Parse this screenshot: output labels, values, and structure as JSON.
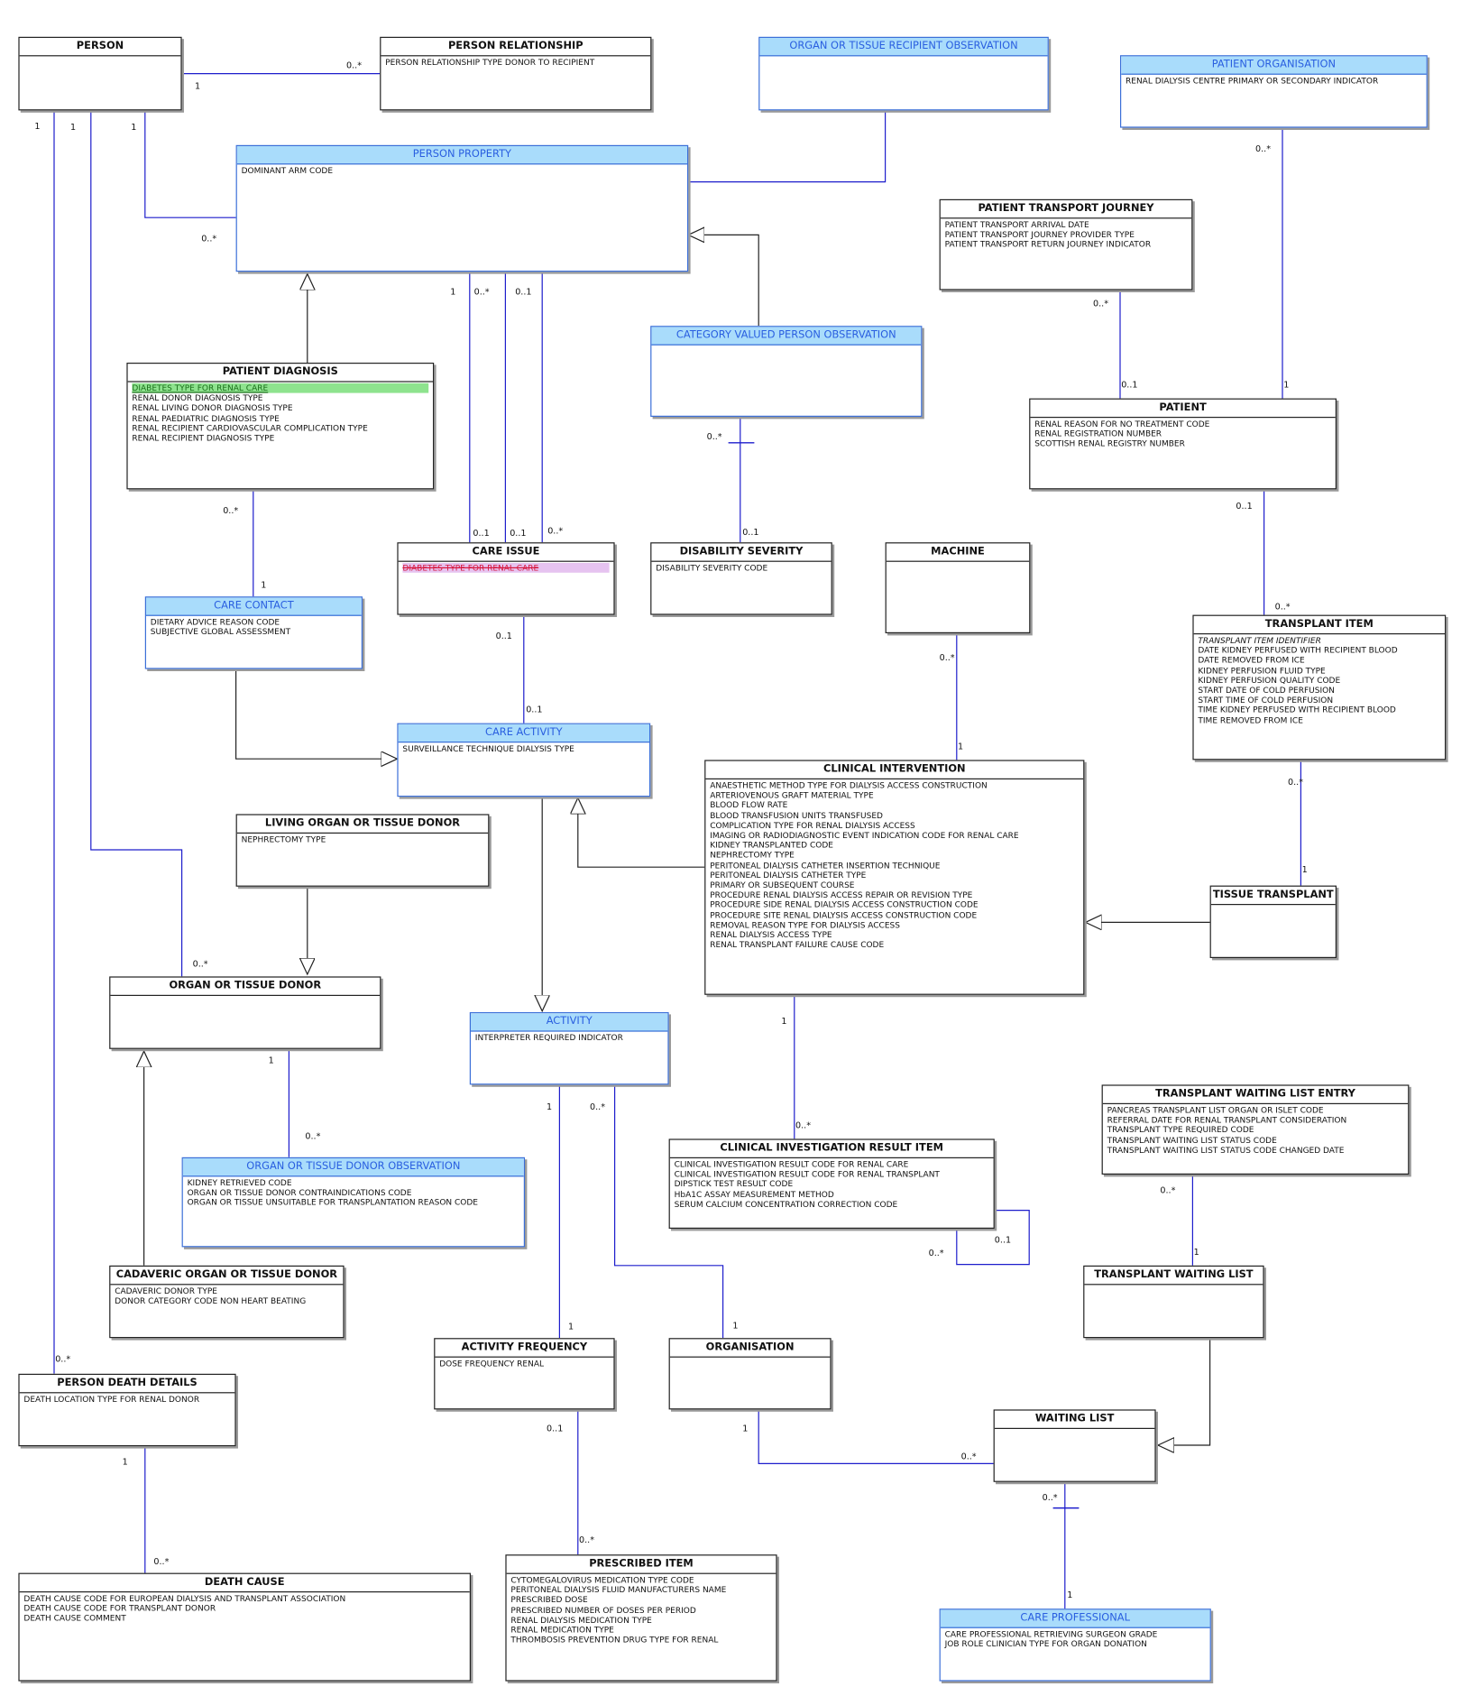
{
  "classes": {
    "person": {
      "name": "PERSON",
      "attrs": []
    },
    "person_relationship": {
      "name": "PERSON RELATIONSHIP",
      "attrs": [
        "PERSON RELATIONSHIP TYPE DONOR TO RECIPIENT"
      ]
    },
    "organ_recipient_obs": {
      "name": "ORGAN OR TISSUE RECIPIENT OBSERVATION",
      "attrs": []
    },
    "patient_organisation": {
      "name": "PATIENT ORGANISATION",
      "attrs": [
        "RENAL DIALYSIS CENTRE PRIMARY OR SECONDARY INDICATOR"
      ]
    },
    "person_property": {
      "name": "PERSON PROPERTY",
      "attrs": [
        "DOMINANT ARM CODE"
      ]
    },
    "patient_transport": {
      "name": "PATIENT TRANSPORT JOURNEY",
      "attrs": [
        "PATIENT TRANSPORT ARRIVAL DATE",
        "PATIENT TRANSPORT JOURNEY PROVIDER TYPE",
        "PATIENT TRANSPORT RETURN JOURNEY INDICATOR"
      ]
    },
    "category_obs": {
      "name": "CATEGORY VALUED PERSON OBSERVATION",
      "attrs": []
    },
    "patient_diagnosis": {
      "name": "PATIENT DIAGNOSIS",
      "attrs": [
        "DIABETES TYPE FOR RENAL CARE",
        "RENAL DONOR DIAGNOSIS TYPE",
        "RENAL LIVING DONOR DIAGNOSIS TYPE",
        "RENAL PAEDIATRIC DIAGNOSIS TYPE",
        "RENAL RECIPIENT CARDIOVASCULAR COMPLICATION TYPE",
        "RENAL RECIPIENT DIAGNOSIS TYPE"
      ]
    },
    "patient": {
      "name": "PATIENT",
      "attrs": [
        "RENAL REASON FOR NO TREATMENT CODE",
        "RENAL REGISTRATION NUMBER",
        "SCOTTISH RENAL REGISTRY NUMBER"
      ]
    },
    "care_issue": {
      "name": "CARE ISSUE",
      "attrs": [
        "DIABETES TYPE FOR RENAL CARE"
      ]
    },
    "disability": {
      "name": "DISABILITY SEVERITY",
      "attrs": [
        "DISABILITY SEVERITY CODE"
      ]
    },
    "machine": {
      "name": "MACHINE",
      "attrs": []
    },
    "care_contact": {
      "name": "CARE CONTACT",
      "attrs": [
        "DIETARY ADVICE REASON CODE",
        "SUBJECTIVE GLOBAL ASSESSMENT"
      ]
    },
    "transplant_item": {
      "name": "TRANSPLANT ITEM",
      "attrs": [
        "TRANSPLANT ITEM IDENTIFIER",
        "DATE KIDNEY PERFUSED WITH RECIPIENT BLOOD",
        "DATE REMOVED FROM ICE",
        "KIDNEY PERFUSION FLUID TYPE",
        "KIDNEY PERFUSION QUALITY CODE",
        "START DATE OF COLD PERFUSION",
        "START TIME OF COLD PERFUSION",
        "TIME KIDNEY PERFUSED WITH RECIPIENT BLOOD",
        "TIME REMOVED FROM ICE"
      ]
    },
    "care_activity": {
      "name": "CARE ACTIVITY",
      "attrs": [
        "SURVEILLANCE TECHNIQUE DIALYSIS TYPE"
      ]
    },
    "clinical_intervention": {
      "name": "CLINICAL INTERVENTION",
      "attrs": [
        "ANAESTHETIC METHOD TYPE FOR DIALYSIS ACCESS CONSTRUCTION",
        "ARTERIOVENOUS GRAFT MATERIAL TYPE",
        "BLOOD FLOW RATE",
        "BLOOD TRANSFUSION UNITS TRANSFUSED",
        "COMPLICATION TYPE FOR RENAL DIALYSIS ACCESS",
        "IMAGING OR RADIODIAGNOSTIC EVENT INDICATION CODE FOR RENAL CARE",
        "KIDNEY TRANSPLANTED CODE",
        "NEPHRECTOMY TYPE",
        "PERITONEAL DIALYSIS CATHETER INSERTION TECHNIQUE",
        "PERITONEAL DIALYSIS CATHETER TYPE",
        "PRIMARY OR SUBSEQUENT COURSE",
        "PROCEDURE RENAL DIALYSIS ACCESS REPAIR OR REVISION TYPE",
        "PROCEDURE SIDE RENAL DIALYSIS ACCESS CONSTRUCTION CODE",
        "PROCEDURE SITE RENAL DIALYSIS ACCESS CONSTRUCTION CODE",
        "REMOVAL REASON TYPE  FOR DIALYSIS ACCESS",
        "RENAL DIALYSIS ACCESS TYPE",
        "RENAL TRANSPLANT FAILURE CAUSE CODE"
      ]
    },
    "living_donor": {
      "name": "LIVING ORGAN OR TISSUE DONOR",
      "attrs": [
        "NEPHRECTOMY TYPE"
      ]
    },
    "tissue_transplant": {
      "name": "TISSUE TRANSPLANT",
      "attrs": []
    },
    "organ_donor": {
      "name": "ORGAN OR TISSUE DONOR",
      "attrs": []
    },
    "activity": {
      "name": "ACTIVITY",
      "attrs": [
        "INTERPRETER REQUIRED INDICATOR"
      ]
    },
    "waiting_list_entry": {
      "name": "TRANSPLANT WAITING LIST ENTRY",
      "attrs": [
        "PANCREAS TRANSPLANT LIST ORGAN OR ISLET CODE",
        "REFERRAL DATE FOR RENAL TRANSPLANT CONSIDERATION",
        "TRANSPLANT TYPE REQUIRED CODE",
        "TRANSPLANT WAITING LIST STATUS CODE",
        "TRANSPLANT WAITING LIST STATUS CODE CHANGED DATE"
      ]
    },
    "clinical_result": {
      "name": "CLINICAL INVESTIGATION RESULT ITEM",
      "attrs": [
        "CLINICAL INVESTIGATION RESULT CODE FOR RENAL CARE",
        "CLINICAL INVESTIGATION RESULT CODE FOR RENAL TRANSPLANT",
        "DIPSTICK TEST RESULT CODE",
        "HbA1C ASSAY MEASUREMENT METHOD",
        "SERUM CALCIUM CONCENTRATION CORRECTION CODE"
      ]
    },
    "donor_obs": {
      "name": "ORGAN OR TISSUE DONOR OBSERVATION",
      "attrs": [
        "KIDNEY RETRIEVED CODE",
        "ORGAN OR TISSUE DONOR CONTRAINDICATIONS CODE",
        "ORGAN OR TISSUE UNSUITABLE FOR TRANSPLANTATION REASON CODE"
      ]
    },
    "cadaveric": {
      "name": "CADAVERIC ORGAN OR TISSUE DONOR",
      "attrs": [
        "CADAVERIC DONOR TYPE",
        "DONOR CATEGORY CODE NON HEART BEATING"
      ]
    },
    "transplant_waiting_list": {
      "name": "TRANSPLANT WAITING LIST",
      "attrs": []
    },
    "activity_frequency": {
      "name": "ACTIVITY FREQUENCY",
      "attrs": [
        "DOSE FREQUENCY RENAL"
      ]
    },
    "organisation": {
      "name": "ORGANISATION",
      "attrs": []
    },
    "person_death": {
      "name": "PERSON DEATH DETAILS",
      "attrs": [
        "DEATH LOCATION TYPE FOR RENAL DONOR"
      ]
    },
    "waiting_list": {
      "name": "WAITING LIST",
      "attrs": []
    },
    "prescribed_item": {
      "name": "PRESCRIBED ITEM",
      "attrs": [
        "CYTOMEGALOVIRUS MEDICATION TYPE CODE",
        "PERITONEAL DIALYSIS FLUID MANUFACTURERS NAME",
        "PRESCRIBED DOSE",
        "PRESCRIBED NUMBER OF DOSES PER PERIOD",
        "RENAL DIALYSIS MEDICATION TYPE",
        "RENAL MEDICATION TYPE",
        "THROMBOSIS PREVENTION DRUG TYPE FOR RENAL"
      ]
    },
    "death_cause": {
      "name": "DEATH CAUSE",
      "attrs": [
        "DEATH CAUSE CODE FOR EUROPEAN DIALYSIS AND TRANSPLANT ASSOCIATION",
        "DEATH CAUSE CODE FOR TRANSPLANT DONOR",
        "DEATH CAUSE COMMENT"
      ]
    },
    "care_professional": {
      "name": "CARE PROFESSIONAL",
      "attrs": [
        "CARE PROFESSIONAL RETRIEVING SURGEON GRADE",
        "JOB ROLE CLINICIAN TYPE FOR ORGAN  DONATION"
      ]
    }
  },
  "multiplicities": [
    "1",
    "0..*",
    "1",
    "1",
    "1",
    "0..*",
    "0..*",
    "1",
    "0..*",
    "1",
    "0..1",
    "0..*",
    "0..1",
    "0..1",
    "0..1",
    "0..1",
    "0..*",
    "0..*",
    "1",
    "0..*",
    "0..1",
    "0..1",
    "0..*",
    "0..1",
    "0..*",
    "1",
    "0..*",
    "1",
    "0..*",
    "1",
    "0..*",
    "1",
    "0..*",
    "1",
    "0..*",
    "1",
    "1",
    "0..*",
    "0..*",
    "0..1",
    "0..*",
    "1",
    "1",
    "0..1",
    "0..*",
    "1",
    "0..*",
    "0..*",
    "1",
    "1",
    "0..*"
  ],
  "colors": {
    "line": "#1d1dcc",
    "class_blue_header": "#a9dcfb",
    "class_blue_text": "#2a5fe0",
    "highlight_green": "#8ee38e",
    "highlight_strike": "#e6c3f0"
  }
}
